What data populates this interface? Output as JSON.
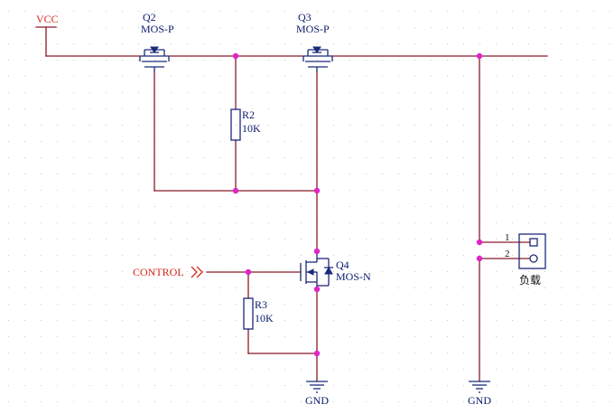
{
  "power": {
    "vcc_label": "VCC"
  },
  "net": {
    "control_label": "CONTROL"
  },
  "ground": {
    "label_left": "GND",
    "label_right": "GND"
  },
  "q2": {
    "ref": "Q2",
    "value": "MOS-P"
  },
  "q3": {
    "ref": "Q3",
    "value": "MOS-P"
  },
  "q4": {
    "ref": "Q4",
    "value": "MOS-N"
  },
  "r2": {
    "ref": "R2",
    "value": "10K"
  },
  "r3": {
    "ref": "R3",
    "value": "10K"
  },
  "load": {
    "label": "负载",
    "pin1": "1",
    "pin2": "2"
  },
  "colors": {
    "wire": "#8b1a2b",
    "component": "#1b2a7a",
    "junction": "#e024c8",
    "net_label": "#d0281a",
    "grid_dot": "#c8c8c8"
  }
}
